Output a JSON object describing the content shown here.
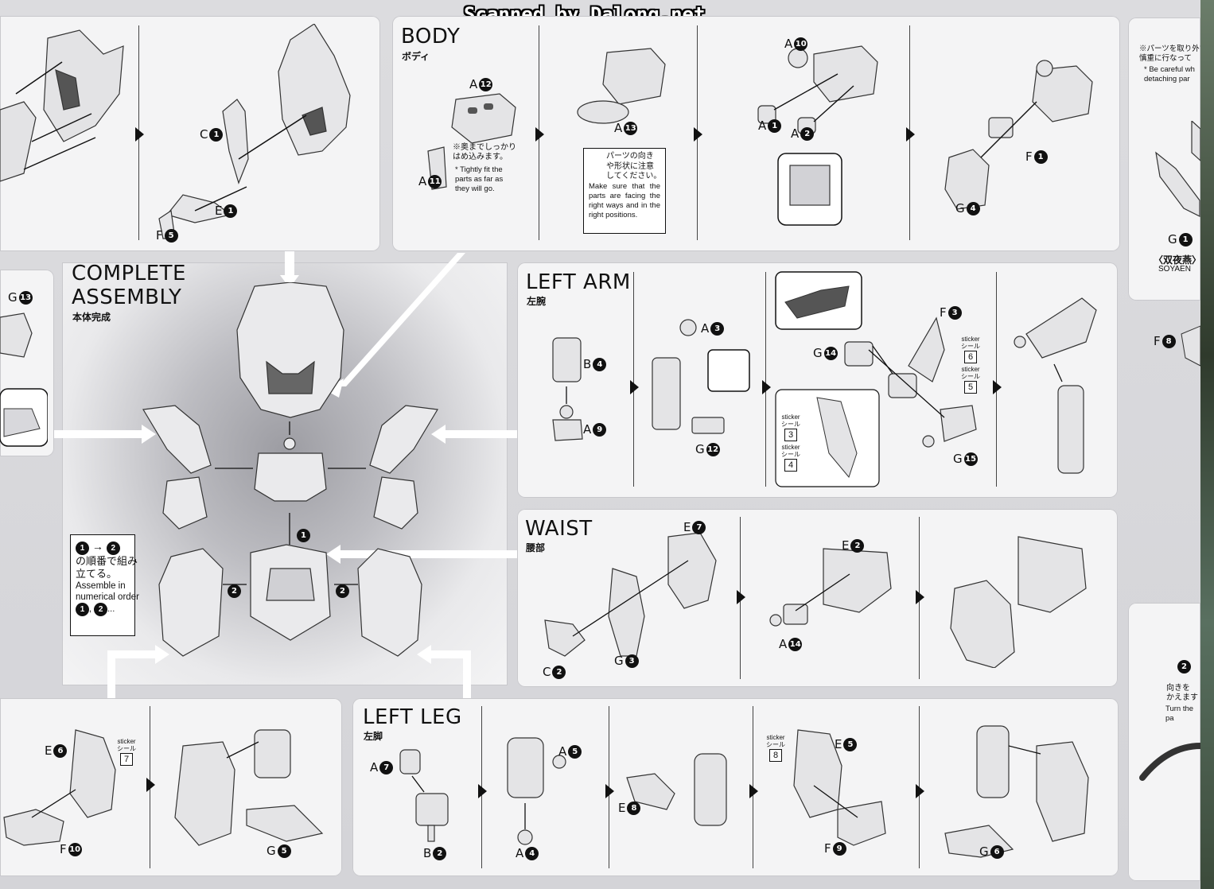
{
  "watermark": "Scanned by Dalong.net",
  "body_section": {
    "title": "BODY",
    "subtitle_jp": "ボディ",
    "parts": [
      "A",
      "12",
      "A",
      "11",
      "A",
      "13",
      "A",
      "10",
      "A",
      "1",
      "A",
      "2",
      "F",
      "1",
      "G",
      "4"
    ],
    "note_fit_jp": "※奥までしっかり\nはめ込みます。",
    "note_fit_en": "* Tightly fit the\nparts as far as\nthey will go.",
    "note_direction_jp": "パーツの向き\nや形状に注意\nしてください。",
    "note_direction_en": "Make sure that the parts are facing the right ways and in the right positions."
  },
  "head_section": {
    "parts": [
      "C",
      "1",
      "E",
      "1",
      "F",
      "5"
    ]
  },
  "right_top_panel": {
    "note_jp": "※パーツを取り外す\n慎重に行なって",
    "note_en": "* Be careful wh\ndetaching par",
    "part_letter": "G",
    "part_number": "1",
    "weapon_jp": "〈双夜燕〉",
    "weapon_en": "SOYAEN"
  },
  "complete_assembly": {
    "title_line1": "COMPLETE",
    "title_line2": "ASSEMBLY",
    "subtitle_jp": "本体完成",
    "order_jp": "の順番で組み\n立てる。",
    "order_en": "Assemble in\nnumerical order",
    "order_tail": ", ",
    "order_ellipsis": "...",
    "step1": "1",
    "step2": "2"
  },
  "left_partial_panel": {
    "part_letter": "G",
    "part_number": "13"
  },
  "left_arm": {
    "title": "LEFT ARM",
    "subtitle_jp": "左腕",
    "labels": {
      "b4": [
        "B",
        "4"
      ],
      "a9": [
        "A",
        "9"
      ],
      "a3": [
        "A",
        "3"
      ],
      "g12": [
        "G",
        "12"
      ],
      "f3": [
        "F",
        "3"
      ],
      "g14": [
        "G",
        "14"
      ],
      "g15": [
        "G",
        "15"
      ],
      "f8": [
        "F",
        "8"
      ]
    },
    "stickers": [
      {
        "label": "sticker\nシール",
        "number": "6"
      },
      {
        "label": "sticker\nシール",
        "number": "5"
      },
      {
        "label": "sticker\nシール",
        "number": "3"
      },
      {
        "label": "sticker\nシール",
        "number": "4"
      }
    ]
  },
  "waist": {
    "title": "WAIST",
    "subtitle_jp": "腰部",
    "labels": {
      "e7": [
        "E",
        "7"
      ],
      "c2": [
        "C",
        "2"
      ],
      "g3": [
        "G",
        "3"
      ],
      "e2": [
        "E",
        "2"
      ],
      "a14": [
        "A",
        "14"
      ]
    }
  },
  "left_leg": {
    "title": "LEFT LEG",
    "subtitle_jp": "左脚",
    "labels": {
      "a7": [
        "A",
        "7"
      ],
      "b2": [
        "B",
        "2"
      ],
      "a5": [
        "A",
        "5"
      ],
      "a4": [
        "A",
        "4"
      ],
      "e8": [
        "E",
        "8"
      ],
      "e5": [
        "E",
        "5"
      ],
      "f9": [
        "F",
        "9"
      ],
      "g6": [
        "G",
        "6"
      ]
    },
    "sticker": {
      "label": "sticker\nシール",
      "number": "8"
    }
  },
  "bottom_left_panel": {
    "labels": {
      "e6": [
        "E",
        "6"
      ],
      "f10": [
        "F",
        "10"
      ],
      "g5": [
        "G",
        "5"
      ]
    },
    "sticker": {
      "label": "sticker\nシール",
      "number": "7"
    }
  },
  "right_bottom_panel": {
    "step": "2",
    "note_jp": "向きを\nかえます",
    "note_en": "Turn the pa"
  }
}
